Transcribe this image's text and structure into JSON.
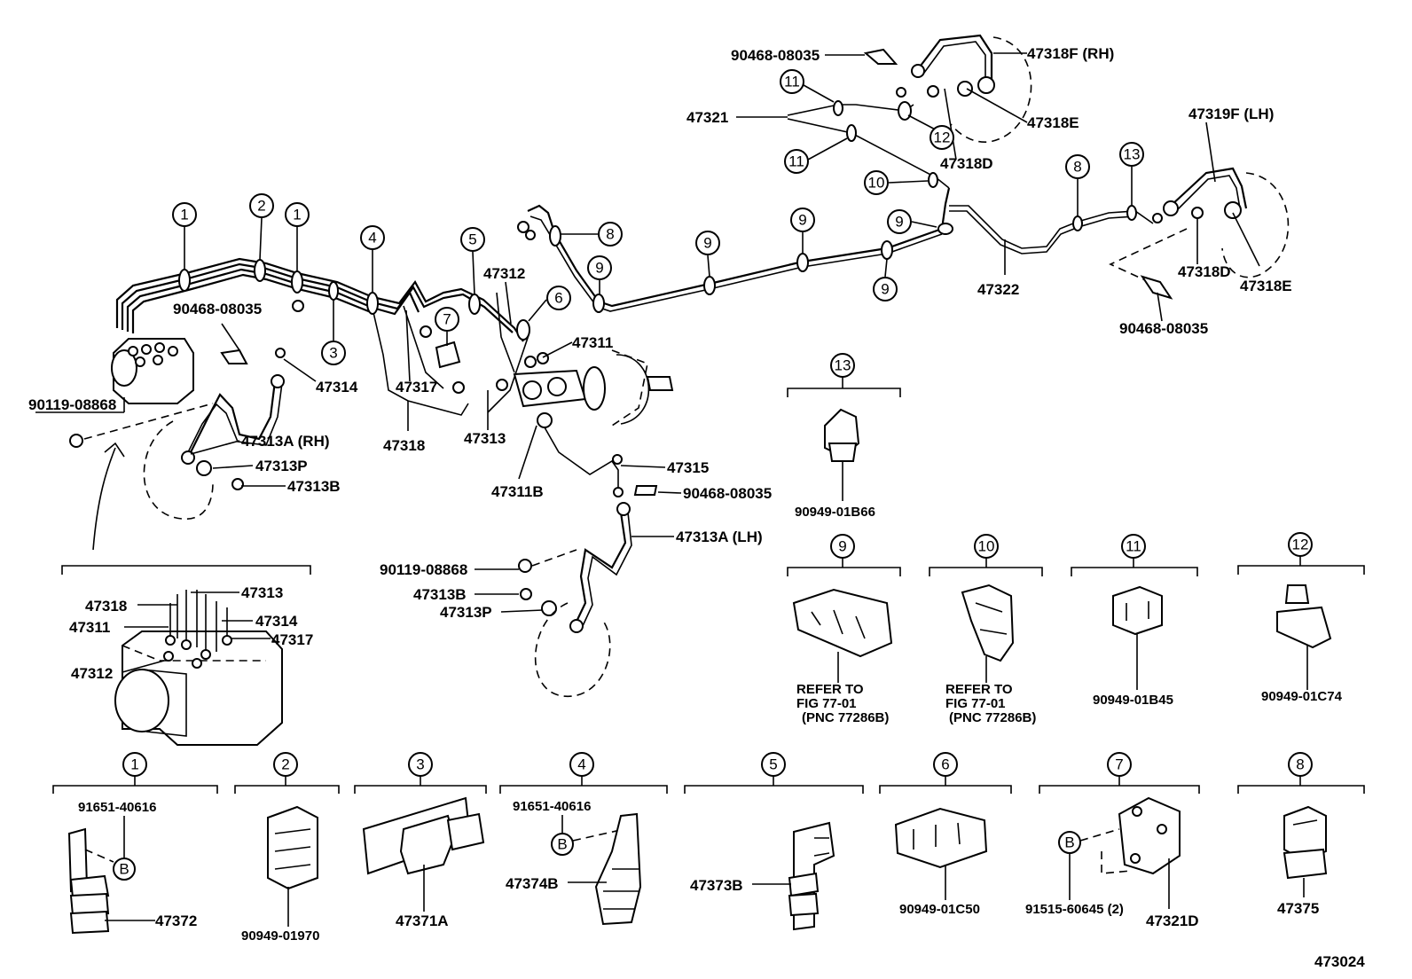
{
  "diagram_code": "473024",
  "labels": {
    "p90468_top": "90468-08035",
    "p47318F_RH": "47318F (RH)",
    "p47321": "47321",
    "p47318E_top": "47318E",
    "p47318D_top": "47318D",
    "p47319F_LH": "47319F (LH)",
    "p47322": "47322",
    "p47318D_right": "47318D",
    "p47318E_right": "47318E",
    "p90468_right": "90468-08035",
    "p47312_main": "47312",
    "p47311_main": "47311",
    "p90468_left": "90468-08035",
    "p47314_main": "47314",
    "p47317_main": "47317",
    "p47318_main": "47318",
    "p47313_main": "47313",
    "p90119_left": "90119-08868",
    "p47313A_RH": "47313A (RH)",
    "p47313P_left": "47313P",
    "p47313B_left": "47313B",
    "p47311B": "47311B",
    "p47315": "47315",
    "p90468_mid": "90468-08035",
    "p47313A_LH": "47313A (LH)",
    "p90119_mid": "90119-08868",
    "p47313B_mid": "47313B",
    "p47313P_mid": "47313P",
    "i47318": "47318",
    "i47313": "47313",
    "i47314": "47314",
    "i47311": "47311",
    "i47317": "47317",
    "i47312": "47312",
    "p90949_01B66": "90949-01B66",
    "refer9_1": "REFER TO",
    "refer9_2": "FIG 77-01",
    "refer9_3": "(PNC 77286B)",
    "refer10_1": "REFER TO",
    "refer10_2": "FIG 77-01",
    "refer10_3": "(PNC 77286B)",
    "p90949_01B45": "90949-01B45",
    "p90949_01C74": "90949-01C74",
    "d1_pn_top": "91651-40616",
    "d1_pn": "47372",
    "d2_pn": "90949-01970",
    "d3_pn": "47371A",
    "d4_pn_top": "91651-40616",
    "d4_pn": "47374B",
    "d5_pn": "47373B",
    "d6_pn": "90949-01C50",
    "d7_pn_left": "91515-60645 (2)",
    "d7_pn": "47321D",
    "d8_pn": "47375",
    "letter_b": "B"
  },
  "callouts": {
    "c1": "1",
    "c2": "2",
    "c3": "3",
    "c4": "4",
    "c5": "5",
    "c6": "6",
    "c7": "7",
    "c8": "8",
    "c9": "9",
    "c10": "10",
    "c11": "11",
    "c12": "12",
    "c13": "13"
  }
}
